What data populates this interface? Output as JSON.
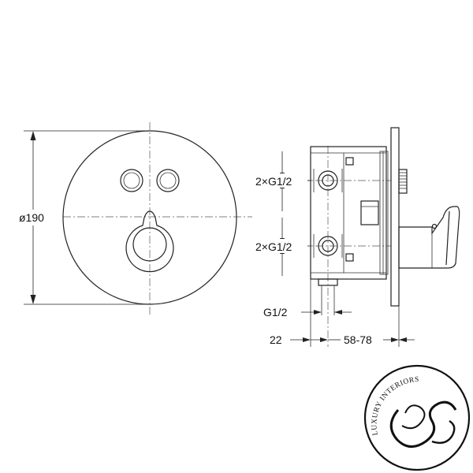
{
  "front_view": {
    "diameter_label": "ø190"
  },
  "side_view": {
    "upper_connection_label": "2×G1/2",
    "lower_connection_label": "2×G1/2",
    "outlet_label": "G1/2",
    "depth_left_label": "22",
    "depth_right_label": "58-78"
  },
  "logo": {
    "text": "LUXURY INTERIORS"
  }
}
